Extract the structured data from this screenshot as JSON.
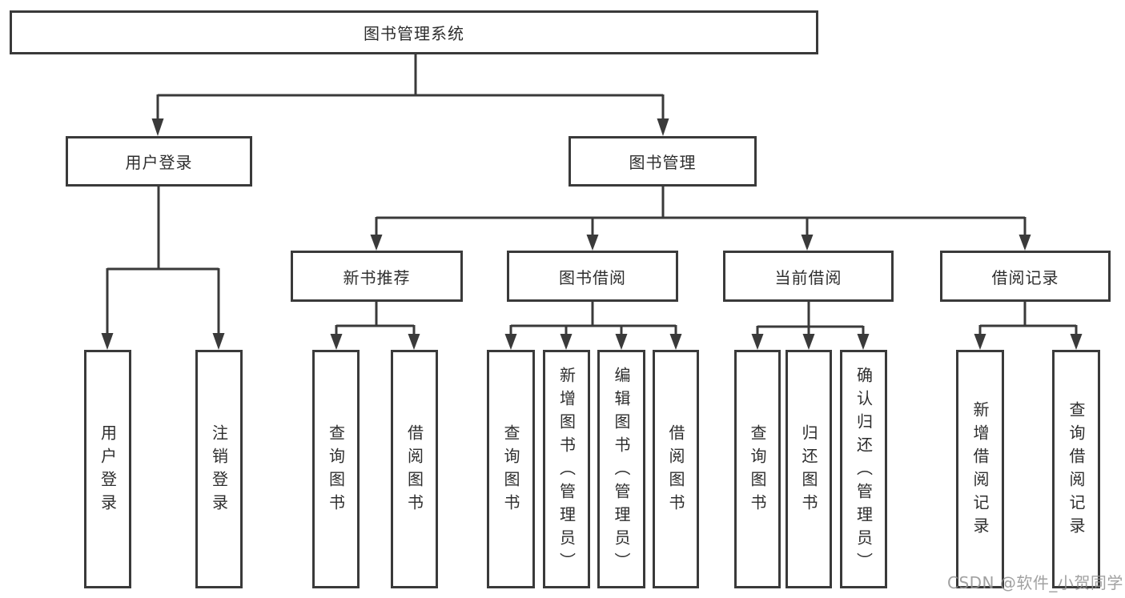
{
  "diagram": {
    "title": "图书管理系统",
    "watermark": "CSDN @软件_小贺同学",
    "colors": {
      "line": "#3a3a3a",
      "box_border": "#3a3a3a",
      "text": "#2e2e2e",
      "background": "#ffffff",
      "watermark": "#949494"
    },
    "nodes": {
      "root": {
        "label": "图书管理系统"
      },
      "user_login": {
        "label": "用户登录"
      },
      "book_mgmt": {
        "label": "图书管理"
      },
      "leaf_user_login": {
        "label": "用户登录"
      },
      "leaf_logout": {
        "label": "注销登录"
      },
      "recommend": {
        "label": "新书推荐"
      },
      "borrow": {
        "label": "图书借阅"
      },
      "current": {
        "label": "当前借阅"
      },
      "record": {
        "label": "借阅记录"
      },
      "rec_query": {
        "label": "查询图书"
      },
      "rec_borrow": {
        "label": "借阅图书"
      },
      "bor_query": {
        "label": "查询图书"
      },
      "bor_add": {
        "label": "新增图书（管理员）"
      },
      "bor_edit": {
        "label": "编辑图书（管理员）"
      },
      "bor_borrow": {
        "label": "借阅图书"
      },
      "cur_query": {
        "label": "查询图书"
      },
      "cur_return": {
        "label": "归还图书"
      },
      "cur_confirm": {
        "label": "确认归还（管理员）"
      },
      "log_add": {
        "label": "新增借阅记录"
      },
      "log_query": {
        "label": "查询借阅记录"
      }
    },
    "hierarchy": {
      "图书管理系统": {
        "用户登录": [
          "用户登录",
          "注销登录"
        ],
        "图书管理": {
          "新书推荐": [
            "查询图书",
            "借阅图书"
          ],
          "图书借阅": [
            "查询图书",
            "新增图书（管理员）",
            "编辑图书（管理员）",
            "借阅图书"
          ],
          "当前借阅": [
            "查询图书",
            "归还图书",
            "确认归还（管理员）"
          ],
          "借阅记录": [
            "新增借阅记录",
            "查询借阅记录"
          ]
        }
      }
    }
  }
}
